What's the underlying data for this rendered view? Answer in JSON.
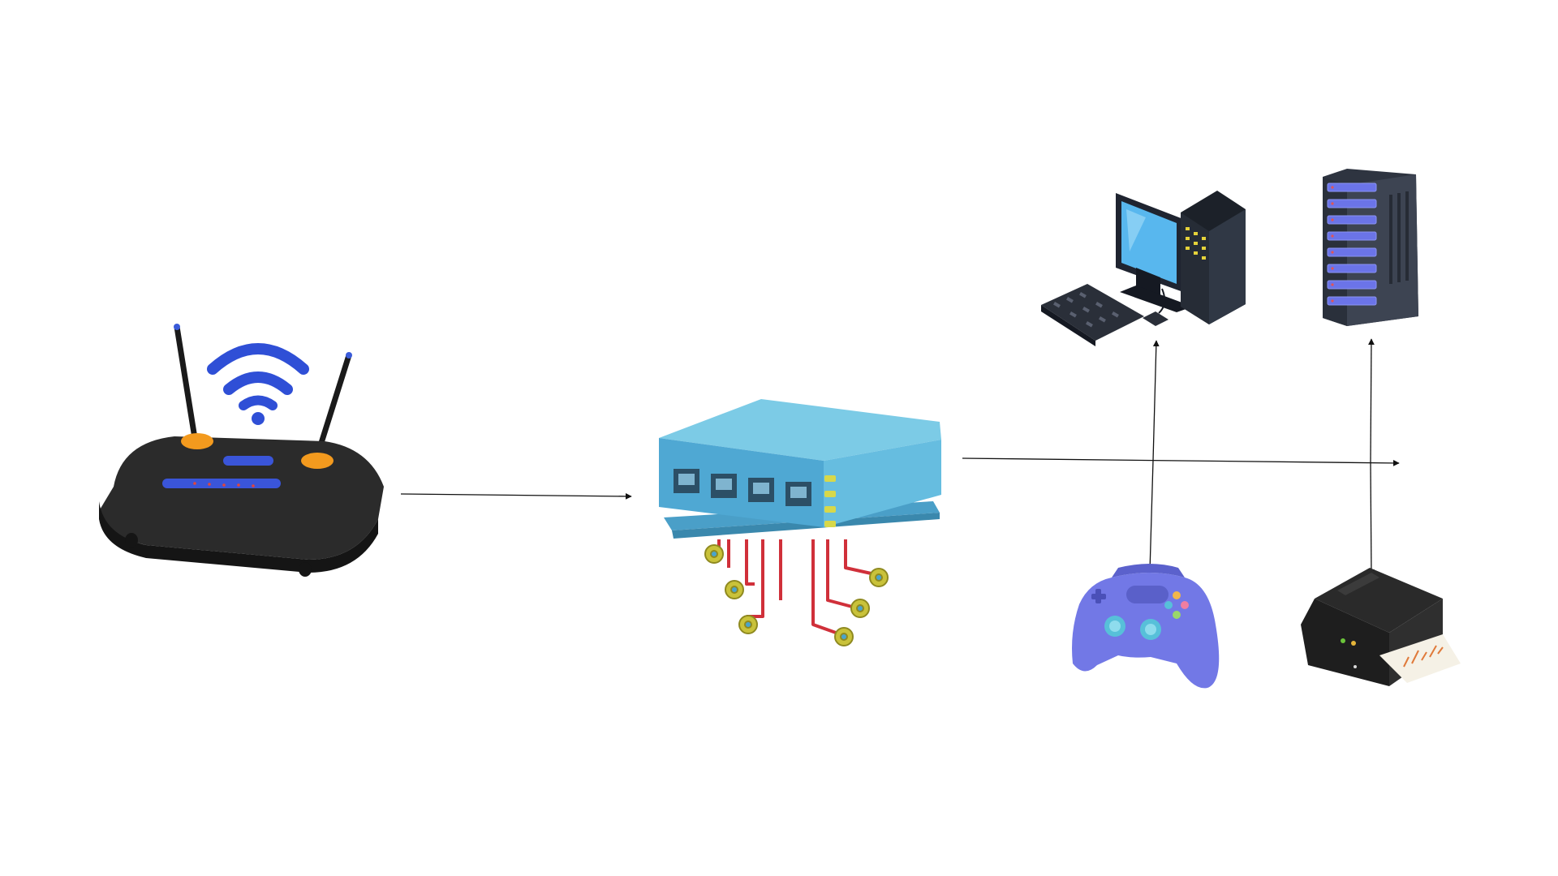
{
  "diagram": {
    "nodes": [
      {
        "id": "router",
        "icon": "wifi-router-icon"
      },
      {
        "id": "switch",
        "icon": "network-switch-icon"
      },
      {
        "id": "desktop",
        "icon": "desktop-computer-icon"
      },
      {
        "id": "server",
        "icon": "server-rack-icon"
      },
      {
        "id": "gamepad",
        "icon": "game-controller-icon"
      },
      {
        "id": "printer",
        "icon": "printer-icon"
      }
    ],
    "edges": [
      {
        "from": "router",
        "to": "switch"
      },
      {
        "from": "switch",
        "to": "bus"
      },
      {
        "from": "bus",
        "to": "desktop"
      },
      {
        "from": "bus",
        "to": "gamepad"
      },
      {
        "from": "bus",
        "to": "server"
      },
      {
        "from": "bus",
        "to": "printer"
      }
    ],
    "colors": {
      "router_body": "#2b2b2b",
      "antenna_base": "#f39a1e",
      "wifi_signal": "#2f4fd6",
      "switch_body": "#4fa8d3",
      "switch_top": "#7ccbe6",
      "circuit_trace": "#d0303a",
      "circuit_node": "#c9c23a",
      "desktop_screen": "#58b7ee",
      "server_body": "#3d4452",
      "server_drive": "#6b74e8",
      "gamepad_body": "#7278e6",
      "printer_body": "#1e1e1e",
      "edge_line": "#111111"
    }
  }
}
